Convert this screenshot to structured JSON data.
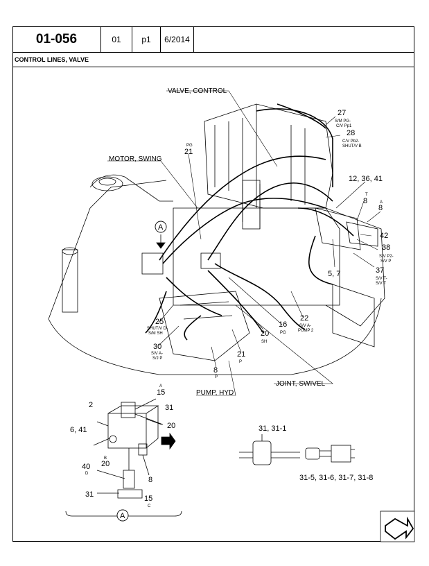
{
  "header": {
    "page_code": "01-056",
    "group": "01",
    "page": "p1",
    "date": "6/2014"
  },
  "section_title": "CONTROL LINES, VALVE",
  "callouts": {
    "valve_control": "VALVE, CONTROL",
    "motor_swing": "MOTOR, SWING",
    "pump_hyd": "PUMP, HYD",
    "joint_swivel": "JOINT, SWIVEL",
    "detail_a": "A",
    "n27": "27",
    "n27_sub1": "S/M PG-",
    "n27_sub2": "C/V Pp1",
    "n28": "28",
    "n28_sub1": "C/V Pb2-",
    "n28_sub2": "SHUT/V B",
    "n21_pg": "21",
    "n21_pg_sub": "PG",
    "n12": "12, 36, 41",
    "n8_t": "8",
    "n8_t_sub": "T",
    "n8_a": "8",
    "n8_a_sub": "A",
    "n42": "42",
    "n38": "38",
    "n38_sub1": "S/V P2-",
    "n38_sub2": "S/V P",
    "n37": "37",
    "n37_sub1": "S/V T-",
    "n37_sub2": "S/V T",
    "n5_7": "5, 7",
    "n22": "22",
    "n22_sub1": "S/V A-",
    "n22_sub2": "PUMP 2",
    "n16": "16",
    "n16_sub": "PG",
    "n20_sh": "20",
    "n20_sh_sub": "SH",
    "n21_p": "21",
    "n21_p_sub": "P",
    "n8_p": "8",
    "n8_p_sub": "P",
    "n25": "25",
    "n25_sub1": "SHUT/V D-",
    "n25_sub2": "S/M SH",
    "n30": "30",
    "n30_sub1": "S/V A-",
    "n30_sub2": "S/J P",
    "d15": "15",
    "d15_sub": "A",
    "d2": "2",
    "d31a": "31",
    "d6_41": "6, 41",
    "d20a": "20",
    "d40": "40",
    "d40_sub": "D",
    "d20b": "20",
    "d20b_sub": "B",
    "d8": "8",
    "d31b": "31",
    "d15b": "15",
    "d15b_sub": "C",
    "sensor_top": "31, 31-1",
    "sensor_bottom": "31-5, 31-6, 31-7, 31-8"
  }
}
